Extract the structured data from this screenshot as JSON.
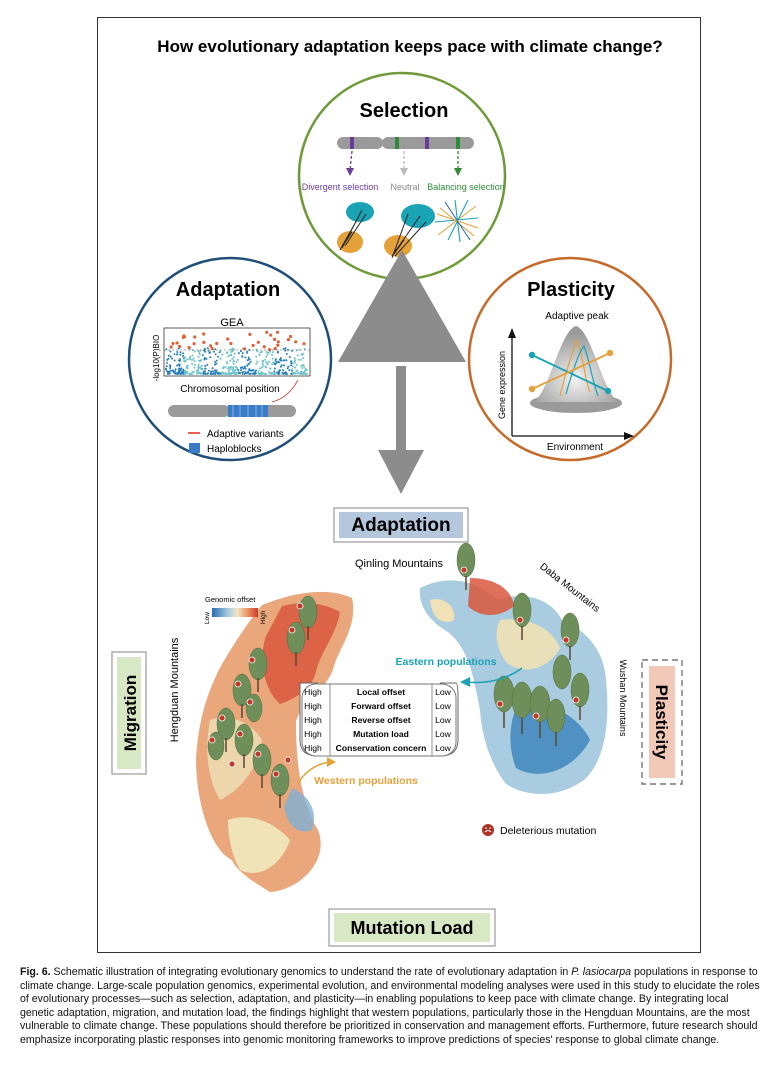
{
  "figure": {
    "title": "How evolutionary adaptation keeps pace with climate change?",
    "selection": {
      "heading": "Selection",
      "labels": [
        "Divergent selection",
        "Neutral",
        "Balancing selection"
      ]
    },
    "adaptation_circle": {
      "heading": "Adaptation",
      "plot_title": "GEA",
      "y_axis": "-log10(P)BIO",
      "x_axis": "Chromosomal position",
      "legend": [
        "Adaptive variants",
        "Haploblocks"
      ]
    },
    "plasticity_circle": {
      "heading": "Plasticity",
      "plot_title": "Adaptive peak",
      "y_axis": "Gene expression",
      "x_axis": "Environment"
    },
    "center_box": "Adaptation",
    "map": {
      "qinling": "Qinling Mountains",
      "daba": "Daba Mountains",
      "wushan": "Wushan Mountains",
      "hengduan": "Hengduan Mountains",
      "legend_title": "Genomic offset",
      "legend_low": "Low",
      "legend_high": "High",
      "eastern": "Eastern populations",
      "western": "Western populations",
      "deleterious": "Deleterious mutation",
      "table_rows": [
        {
          "left": "High",
          "metric": "Local offset",
          "right": "Low"
        },
        {
          "left": "High",
          "metric": "Forward offset",
          "right": "Low"
        },
        {
          "left": "High",
          "metric": "Reverse offset",
          "right": "Low"
        },
        {
          "left": "High",
          "metric": "Mutation load",
          "right": "Low"
        },
        {
          "left": "High",
          "metric": "Conservation concern",
          "right": "Low"
        }
      ]
    },
    "side_migration": "Migration",
    "side_plasticity": "Plasticity",
    "bottom_box": "Mutation Load"
  },
  "caption": {
    "label": "Fig. 6.",
    "part1": " Schematic illustration of integrating evolutionary genomics to understand the rate of evolutionary adaptation in ",
    "species": "P. lasiocarpa",
    "part2": " populations in response to climate change. Large-scale population genomics, experimental evolution, and environmental modeling analyses were used in this study to elucidate the roles of evolutionary processes—such as selection, adaptation, and plasticity—in enabling populations to keep pace with climate change. By integrating local genetic adaptation, migration, and mutation load, the findings highlight that western populations, particularly those in the Hengduan Mountains, are the most vulnerable to climate change. These populations should therefore be prioritized in conservation and management efforts. Furthermore, future research should emphasize incorporating plastic responses into genomic monitoring frameworks to improve predictions of species' response to global climate change."
  },
  "colors": {
    "selection_ring": "#6f9a3a",
    "adaptation_ring": "#1f4e79",
    "plasticity_ring": "#c56a2b",
    "adaptation_box": "#b4c7dc",
    "green_box": "#d9e8c4",
    "plasticity_box": "#f2c9b8",
    "divergent": "#6a3d9a",
    "balancing": "#2e8b3a",
    "teal": "#1aa3b5",
    "orange": "#e5a13a"
  }
}
